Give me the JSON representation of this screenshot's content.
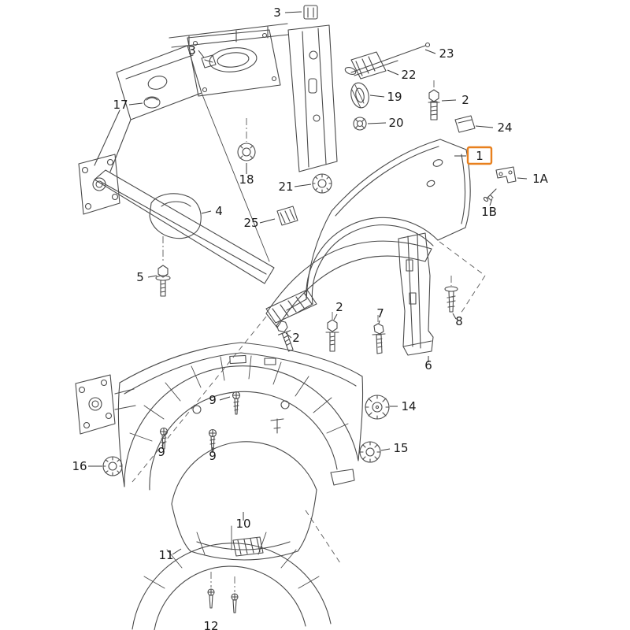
{
  "diagram": {
    "type": "exploded-parts-diagram",
    "selected_callout": "1",
    "colors": {
      "highlight": "#e8801e",
      "line": "#4a4a4a",
      "label": "#1a1a1a",
      "background": "#ffffff"
    },
    "callouts": [
      {
        "id": "3-top",
        "label": "3"
      },
      {
        "id": "3-upper-left",
        "label": "3"
      },
      {
        "id": "23",
        "label": "23"
      },
      {
        "id": "22",
        "label": "22"
      },
      {
        "id": "17",
        "label": "17"
      },
      {
        "id": "19",
        "label": "19"
      },
      {
        "id": "2-top",
        "label": "2"
      },
      {
        "id": "20",
        "label": "20"
      },
      {
        "id": "24",
        "label": "24"
      },
      {
        "id": "1",
        "label": "1",
        "highlighted": true
      },
      {
        "id": "18",
        "label": "18"
      },
      {
        "id": "1A",
        "label": "1A"
      },
      {
        "id": "21",
        "label": "21"
      },
      {
        "id": "1B",
        "label": "1B"
      },
      {
        "id": "4",
        "label": "4"
      },
      {
        "id": "25",
        "label": "25"
      },
      {
        "id": "5",
        "label": "5"
      },
      {
        "id": "2-mid",
        "label": "2"
      },
      {
        "id": "7",
        "label": "7"
      },
      {
        "id": "8",
        "label": "8"
      },
      {
        "id": "2-left",
        "label": "2"
      },
      {
        "id": "6",
        "label": "6"
      },
      {
        "id": "9-top",
        "label": "9"
      },
      {
        "id": "14",
        "label": "14"
      },
      {
        "id": "9-left",
        "label": "9"
      },
      {
        "id": "9-mid",
        "label": "9"
      },
      {
        "id": "15",
        "label": "15"
      },
      {
        "id": "16",
        "label": "16"
      },
      {
        "id": "10",
        "label": "10"
      },
      {
        "id": "11",
        "label": "11"
      },
      {
        "id": "12",
        "label": "12"
      }
    ]
  }
}
